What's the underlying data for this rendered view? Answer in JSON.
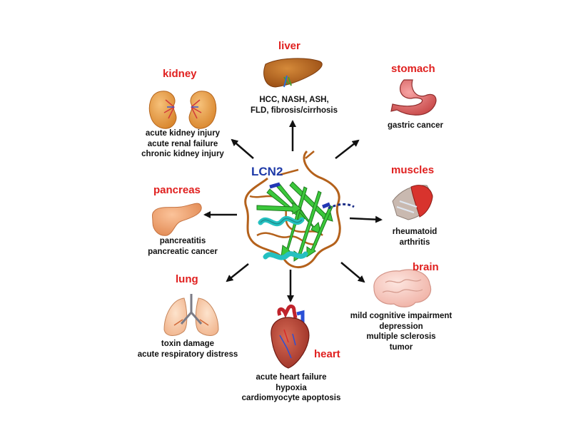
{
  "center": {
    "label": "LCN2"
  },
  "organs": [
    {
      "id": "liver",
      "title": "liver",
      "lines": [
        "HCC, NASH, ASH,",
        "FLD, fibrosis/cirrhosis"
      ],
      "icon": "liver-icon"
    },
    {
      "id": "kidney",
      "title": "kidney",
      "lines": [
        "acute kidney injury",
        "acute renal failure",
        "chronic kidney injury"
      ],
      "icon": "kidney-icon"
    },
    {
      "id": "stomach",
      "title": "stomach",
      "lines": [
        "gastric cancer"
      ],
      "icon": "stomach-icon"
    },
    {
      "id": "muscles",
      "title": "muscles",
      "lines": [
        "rheumatoid",
        "arthritis"
      ],
      "icon": "muscle-icon"
    },
    {
      "id": "pancreas",
      "title": "pancreas",
      "lines": [
        "pancreatitis",
        "pancreatic cancer"
      ],
      "icon": "pancreas-icon"
    },
    {
      "id": "brain",
      "title": "brain",
      "lines": [
        "mild cognitive impairment",
        "depression",
        "multiple sclerosis",
        "tumor"
      ],
      "icon": "brain-icon"
    },
    {
      "id": "lung",
      "title": "lung",
      "lines": [
        "toxin damage",
        "acute respiratory distress"
      ],
      "icon": "lung-icon"
    },
    {
      "id": "heart",
      "title": "heart",
      "lines": [
        "acute heart failure",
        "hypoxia",
        "cardiomyocyte apoptosis"
      ],
      "icon": "heart-icon"
    }
  ],
  "colors": {
    "title": "#e0201f",
    "center_label": "#1e3aa8",
    "arrow": "#111111",
    "text": "#111111"
  }
}
